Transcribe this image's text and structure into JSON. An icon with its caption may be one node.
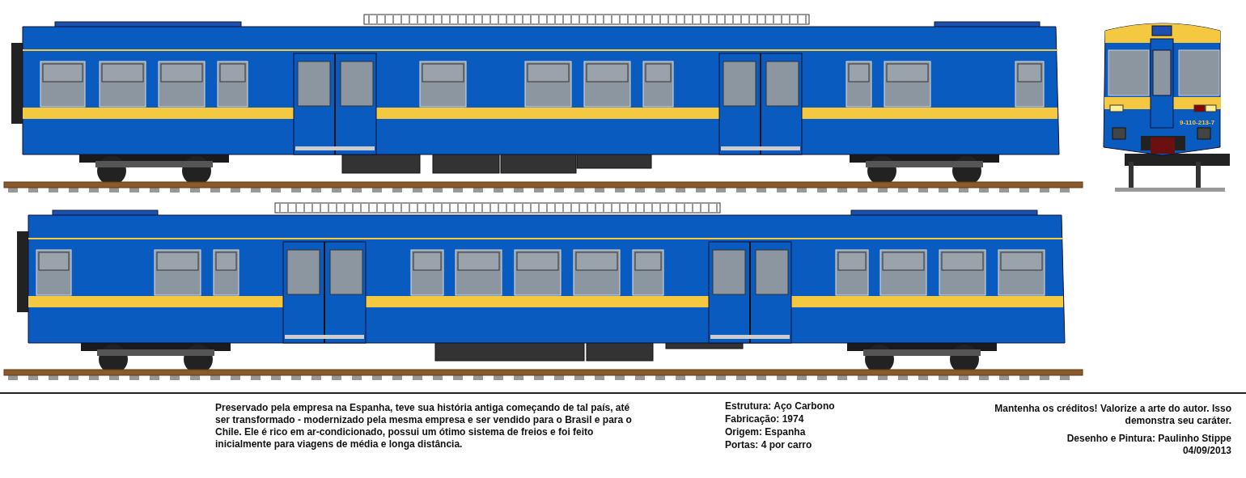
{
  "diagram": {
    "labels": [
      "9-110-213-7",
      "Preservado pela empresa na Espanha, teve sua história antiga começando de tal país, até ser transformado - modernizado pela mesma empresa e ser vendido para o Brasil e para o Chile. Ele é rico em ar-condicionado, possui um ótimo sistema de freios e foi feito inicialmente para viagens de média e longa distância.",
      "Estrutura: Aço Carbono",
      "Fabricação: 1974",
      "Origem: Espanha",
      "Portas: 4 por carro",
      "Mantenha os créditos! Valorize a arte do autor. Isso demonstra seu caráter.",
      "Desenho e Pintura: Paulinho Stippe",
      "04/09/2013"
    ]
  }
}
